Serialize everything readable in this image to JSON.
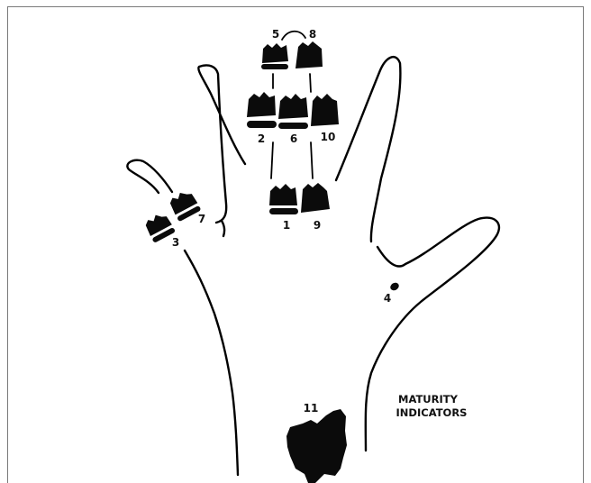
{
  "caption": {
    "line1": "MATURITY",
    "line2": "INDICATORS"
  },
  "indicators": [
    {
      "id": "1",
      "label": "1"
    },
    {
      "id": "2",
      "label": "2"
    },
    {
      "id": "3",
      "label": "3"
    },
    {
      "id": "4",
      "label": "4"
    },
    {
      "id": "5",
      "label": "5"
    },
    {
      "id": "6",
      "label": "6"
    },
    {
      "id": "7",
      "label": "7"
    },
    {
      "id": "8",
      "label": "8"
    },
    {
      "id": "9",
      "label": "9"
    },
    {
      "id": "10",
      "label": "10"
    },
    {
      "id": "11",
      "label": "11"
    }
  ]
}
